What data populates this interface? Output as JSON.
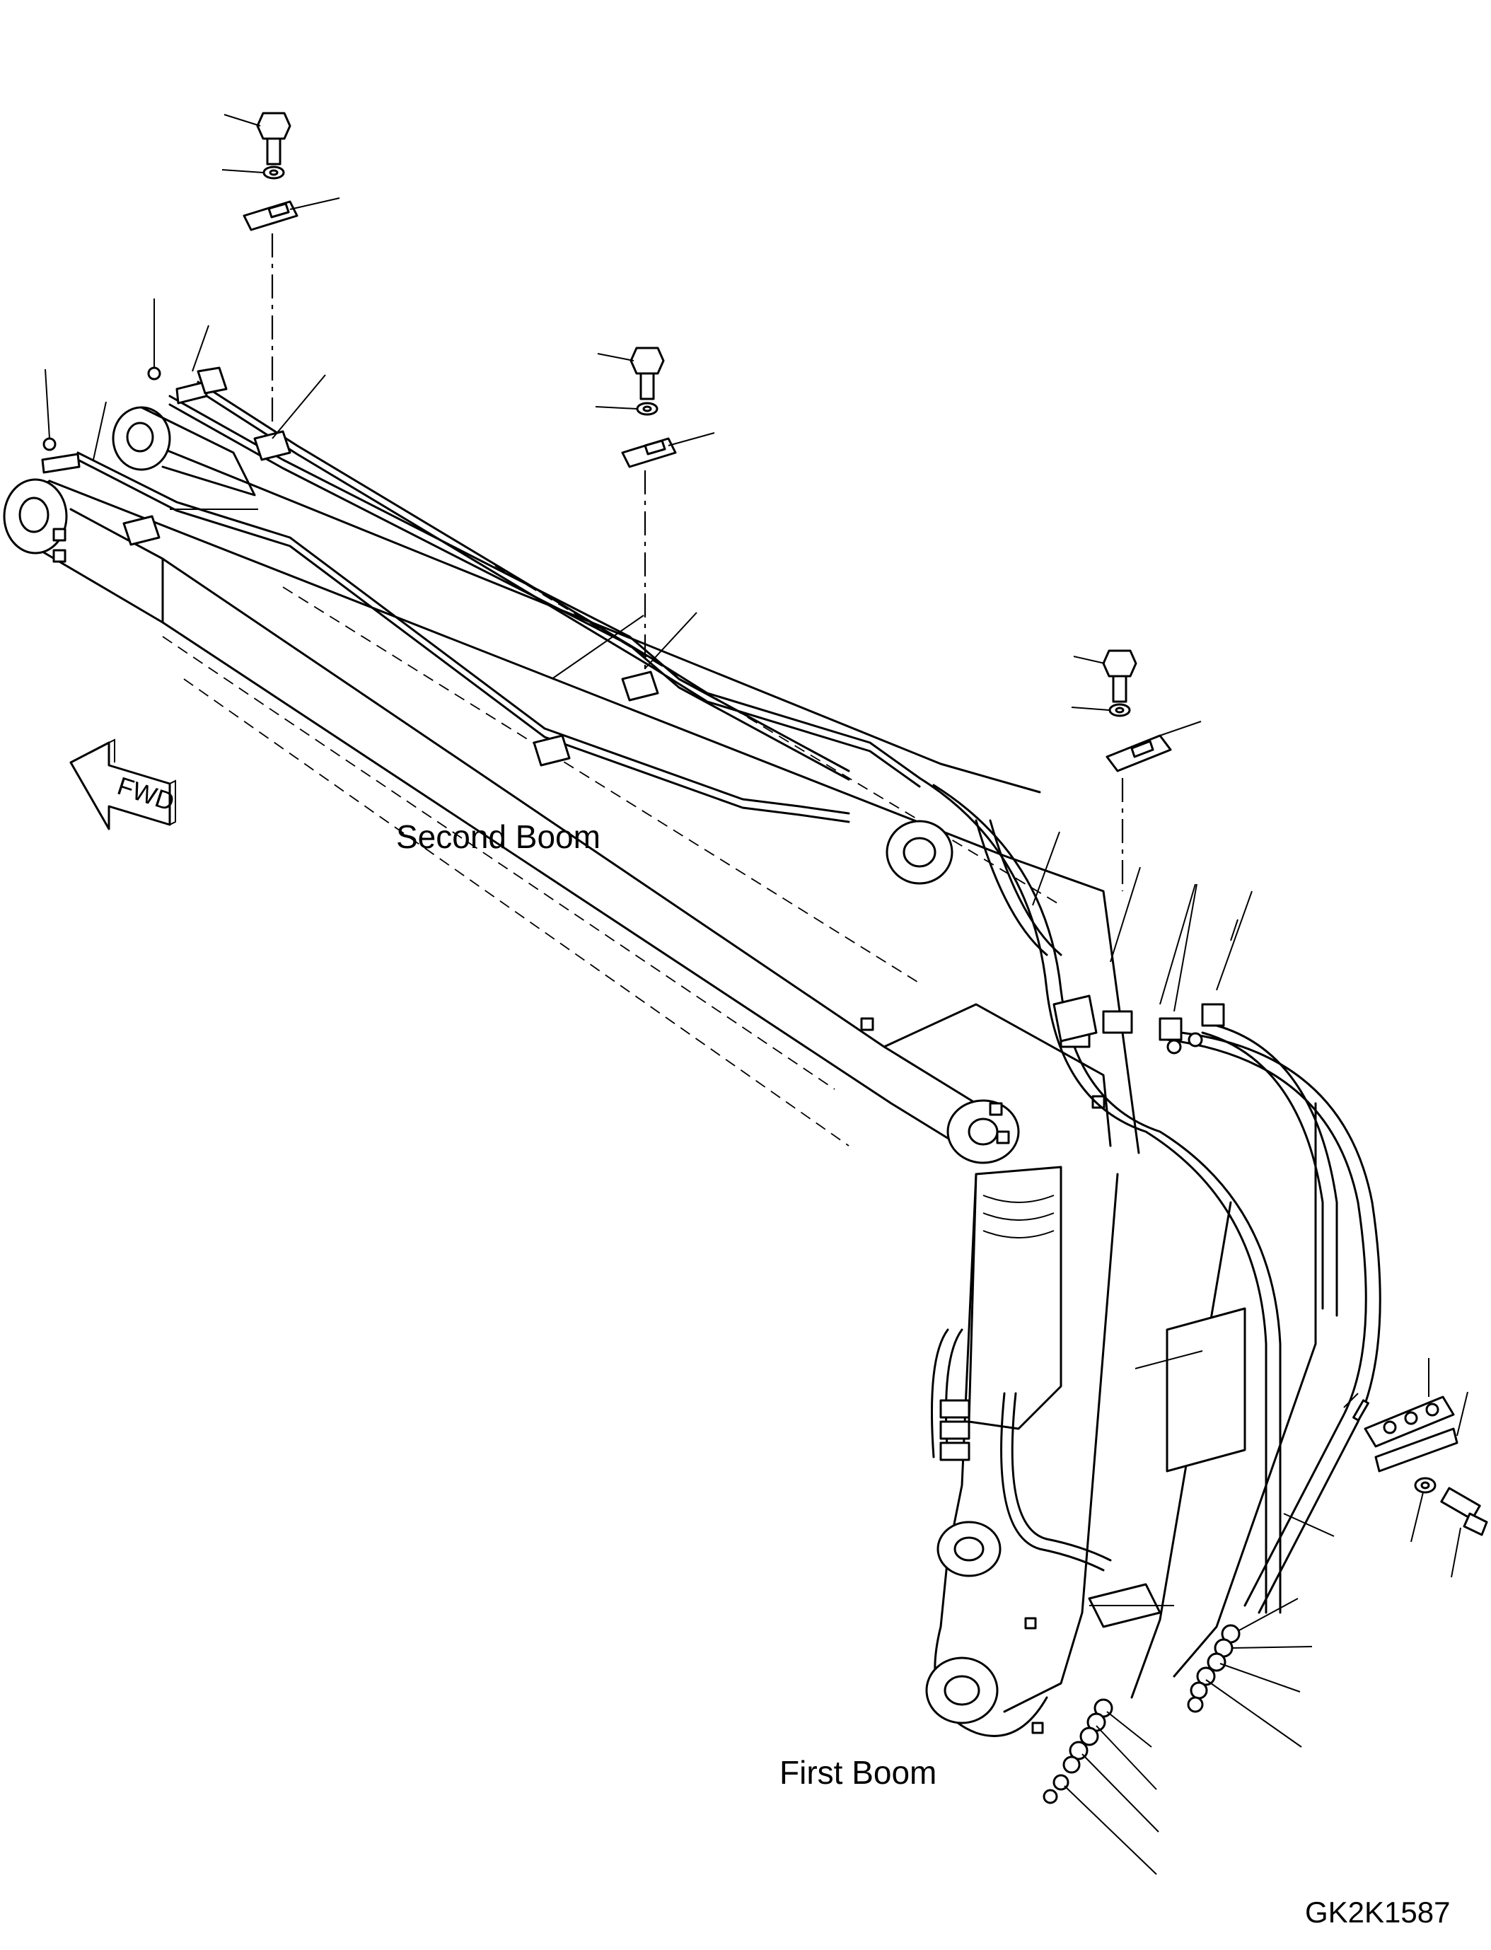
{
  "labels": {
    "second_boom": "Second Boom",
    "first_boom": "First Boom",
    "drawing_code": "GK2K1587",
    "direction": "FWD"
  }
}
